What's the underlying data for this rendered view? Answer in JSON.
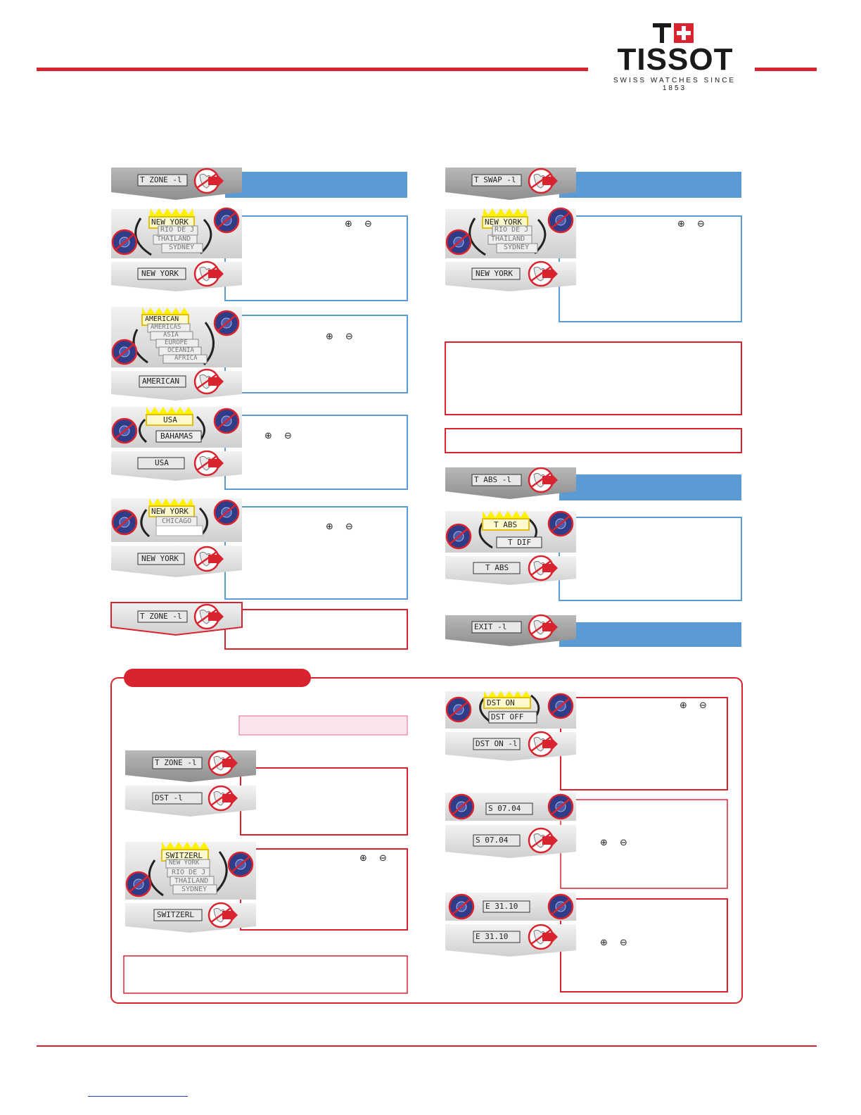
{
  "brand": {
    "logo_name": "TISSOT",
    "tagline": "SWISS WATCHES SINCE 1853"
  },
  "lcd": {
    "tzone": "T ZONE   -l",
    "tswap": "T SWAP   -l",
    "new_york": "NEW YORK",
    "rio": "RIO DE J",
    "thailand": "THAILAND",
    "sydney": "SYDNEY",
    "american": "AMERICAN",
    "americas": "AMERICAS",
    "asia": "ASIA",
    "europe": "EUROPE",
    "oceania": "OCEANIA",
    "africa": "AFRICA",
    "usa": "USA",
    "bahamas": "BAHAMAS",
    "chicago": "CHICAGO",
    "tabs_menu": "T ABS   -l",
    "tabs": "T ABS",
    "tdif": "T DIF",
    "exit": "EXIT    -l",
    "dst": "DST     -l",
    "switzerl": "SWITZERL",
    "dst_on": "DST ON",
    "dst_off": "DST OFF",
    "dst_on_menu": "DST ON  -l",
    "s_date": "S  07.04",
    "e_date": "E  31.10"
  },
  "symbols": {
    "plus": "⊕",
    "minus": "⊖"
  },
  "colors": {
    "brand_red": "#d9232e",
    "info_blue": "#5b9bd5",
    "banner_gray": "#9b9b9b",
    "lcd_yellow": "#fff200"
  }
}
